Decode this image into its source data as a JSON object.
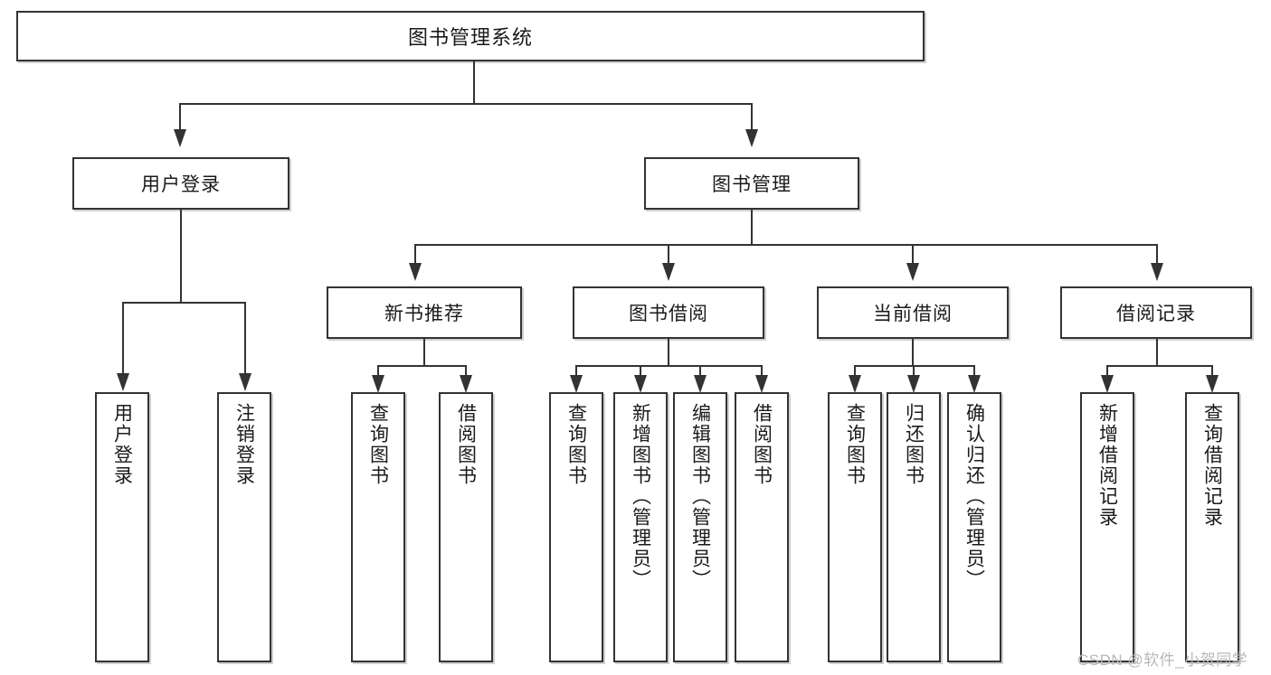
{
  "diagram": {
    "title": "图书管理系统",
    "type": "hierarchy-tree",
    "root": {
      "label": "图书管理系统"
    },
    "level1": [
      {
        "label": "用户登录"
      },
      {
        "label": "图书管理"
      }
    ],
    "level2": [
      {
        "label": "新书推荐"
      },
      {
        "label": "图书借阅"
      },
      {
        "label": "当前借阅"
      },
      {
        "label": "借阅记录"
      }
    ],
    "leaves": {
      "user_login": [
        {
          "label": "用户登录"
        },
        {
          "label": "注销登录"
        }
      ],
      "new_book_recommend": [
        {
          "label": "查询图书"
        },
        {
          "label": "借阅图书"
        }
      ],
      "book_borrow": [
        {
          "label": "查询图书"
        },
        {
          "label": "新增图书（管理员）"
        },
        {
          "label": "编辑图书（管理员）"
        },
        {
          "label": "借阅图书"
        }
      ],
      "current_borrow": [
        {
          "label": "查询图书"
        },
        {
          "label": "归还图书"
        },
        {
          "label": "确认归还（管理员）"
        }
      ],
      "borrow_record": [
        {
          "label": "新增借阅记录"
        },
        {
          "label": "查询借阅记录"
        }
      ]
    }
  },
  "watermark": {
    "text": "CSDN @软件_小贺同学"
  },
  "colors": {
    "stroke": "#333333",
    "fill": "#ffffff",
    "text": "#1a1a1a",
    "watermark": "#b8b8b8"
  }
}
